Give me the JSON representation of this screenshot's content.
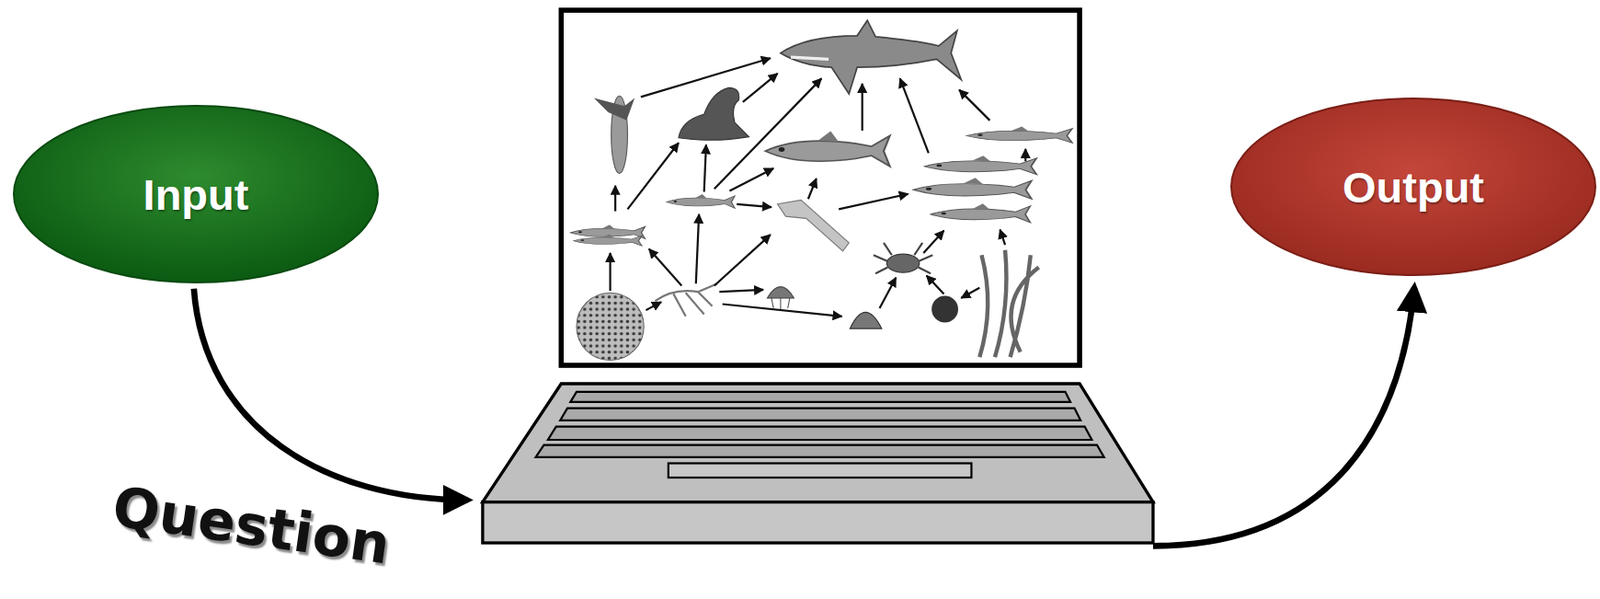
{
  "diagram": {
    "nodes": [
      {
        "text": [
          "Input"
        ]
      },
      {
        "text": [
          "Output"
        ]
      }
    ],
    "labels": [
      "Question"
    ]
  }
}
